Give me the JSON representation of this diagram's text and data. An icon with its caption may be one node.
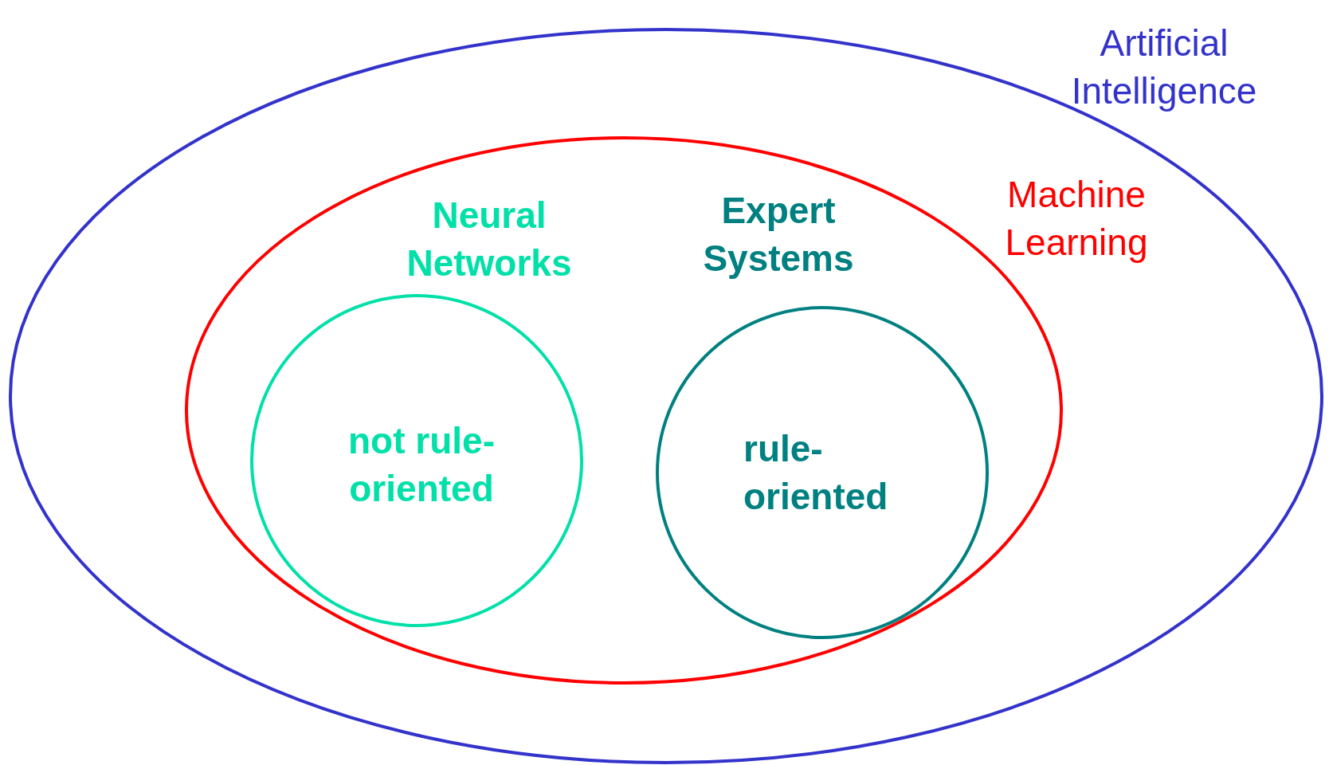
{
  "diagram": {
    "nodes": [
      {
        "text": [
          "Artificial Intelligence"
        ]
      },
      {
        "text": [
          "Machine Learning"
        ],
        "in": 0
      },
      {
        "text": [
          "Neural Networks",
          "not rule-oriented"
        ],
        "in": 1
      },
      {
        "text": [
          "Expert Systems",
          "rule-oriented"
        ],
        "in": 1
      }
    ]
  }
}
